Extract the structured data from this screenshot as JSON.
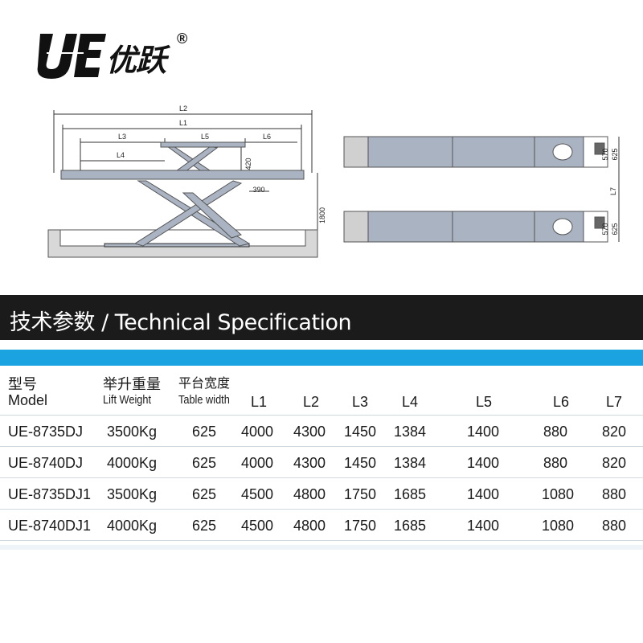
{
  "brand": {
    "latin": "UE",
    "chinese": "优跃",
    "registered": "®"
  },
  "drawing": {
    "side_labels": [
      "L2",
      "L1",
      "L3",
      "L5",
      "L6",
      "L4",
      "420",
      "390",
      "1800"
    ],
    "top_labels": [
      "570",
      "625",
      "L7",
      "570",
      "625"
    ]
  },
  "section": {
    "title": "技术参数 / Technical Specification"
  },
  "table": {
    "headers": {
      "model_cn": "型号",
      "model_en": "Model",
      "lift_cn": "举升重量",
      "lift_en": "Lift Weight",
      "width_cn": "平台宽度",
      "width_en": "Table width",
      "l1": "L1",
      "l2": "L2",
      "l3": "L3",
      "l4": "L4",
      "l5": "L5",
      "l6": "L6",
      "l7": "L7"
    },
    "rows": [
      [
        "UE-8735DJ",
        "3500Kg",
        "625",
        "4000",
        "4300",
        "1450",
        "1384",
        "1400",
        "880",
        "820"
      ],
      [
        "UE-8740DJ",
        "4000Kg",
        "625",
        "4000",
        "4300",
        "1450",
        "1384",
        "1400",
        "880",
        "820"
      ],
      [
        "UE-8735DJ1",
        "3500Kg",
        "625",
        "4500",
        "4800",
        "1750",
        "1685",
        "1400",
        "1080",
        "880"
      ],
      [
        "UE-8740DJ1",
        "4000Kg",
        "625",
        "4500",
        "4800",
        "1750",
        "1685",
        "1400",
        "1080",
        "880"
      ]
    ]
  },
  "colors": {
    "header_bar": "#1b1b1b",
    "accent_blue": "#1aa3e0",
    "platform_gray": "#a9b3c2",
    "divider": "#cfd8de"
  }
}
